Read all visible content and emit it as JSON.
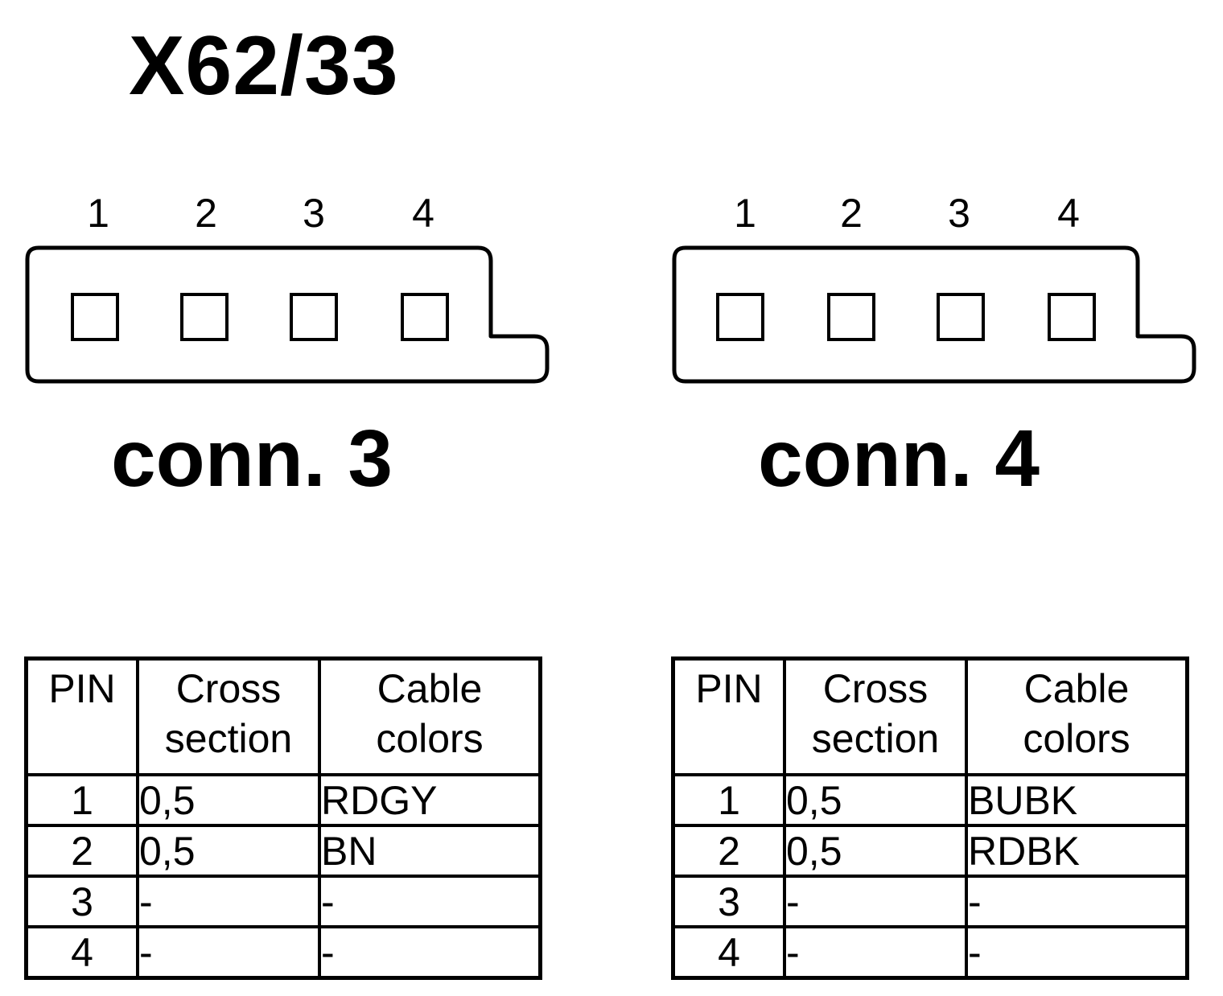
{
  "title": "X62/33",
  "connectors": [
    {
      "label": "conn. 3",
      "pins": [
        "1",
        "2",
        "3",
        "4"
      ]
    },
    {
      "label": "conn. 4",
      "pins": [
        "1",
        "2",
        "3",
        "4"
      ]
    }
  ],
  "tables": [
    {
      "headers": {
        "pin": "PIN",
        "cross_1": "Cross",
        "cross_2": "section",
        "cable_1": "Cable",
        "cable_2": "colors"
      },
      "rows": [
        {
          "pin": "1",
          "cross": "0,5",
          "color": "RDGY"
        },
        {
          "pin": "2",
          "cross": "0,5",
          "color": "BN"
        },
        {
          "pin": "3",
          "cross": "-",
          "color": "-"
        },
        {
          "pin": "4",
          "cross": "-",
          "color": "-"
        }
      ]
    },
    {
      "headers": {
        "pin": "PIN",
        "cross_1": "Cross",
        "cross_2": "section",
        "cable_1": "Cable",
        "cable_2": "colors"
      },
      "rows": [
        {
          "pin": "1",
          "cross": "0,5",
          "color": "BUBK"
        },
        {
          "pin": "2",
          "cross": "0,5",
          "color": "RDBK"
        },
        {
          "pin": "3",
          "cross": "-",
          "color": "-"
        },
        {
          "pin": "4",
          "cross": "-",
          "color": "-"
        }
      ]
    }
  ]
}
